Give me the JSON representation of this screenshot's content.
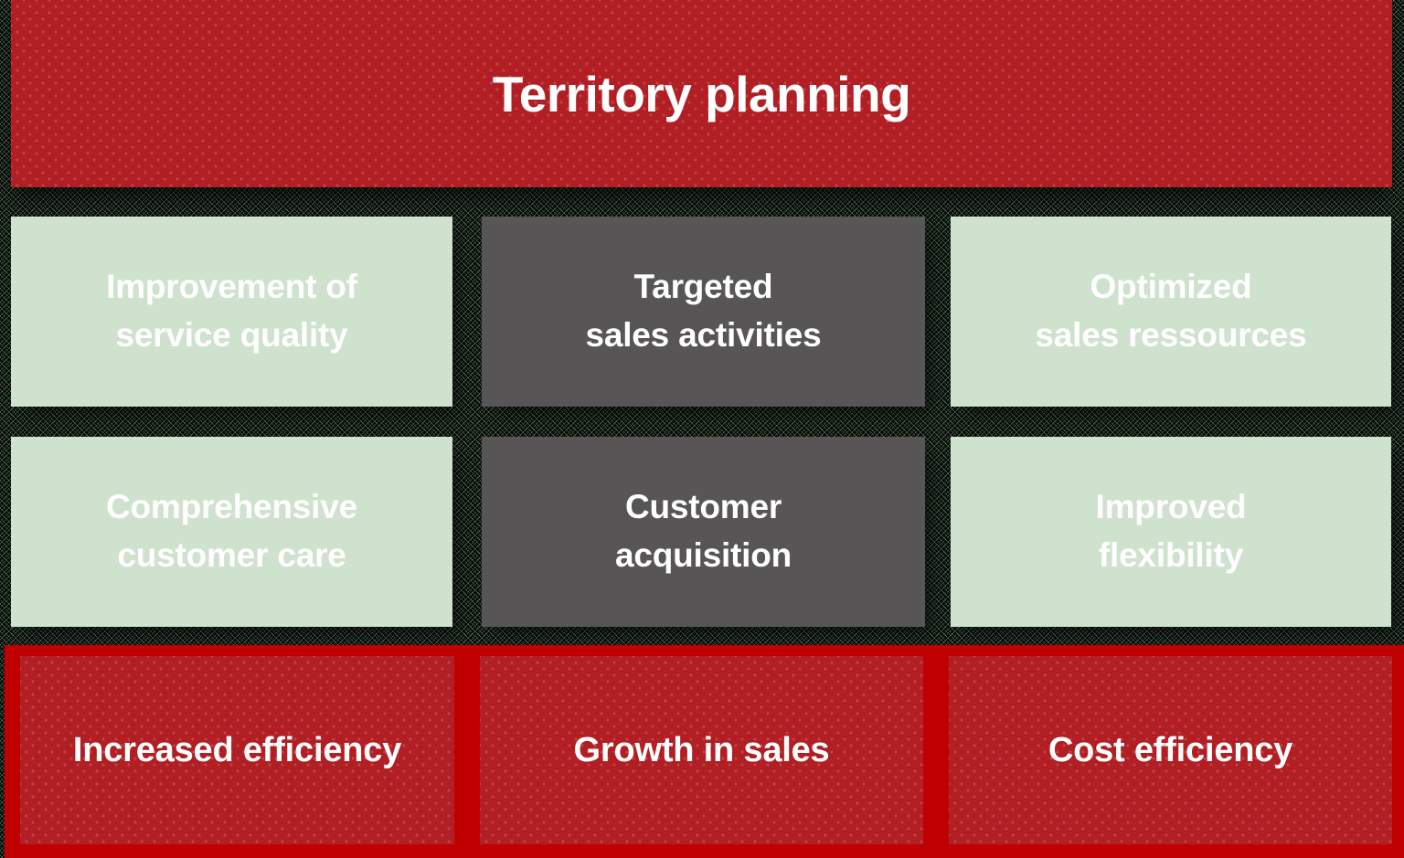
{
  "header": {
    "title": "Territory planning"
  },
  "benefits": {
    "items": [
      {
        "label": "Improvement of\nservice quality",
        "style": "green"
      },
      {
        "label": "Targeted\nsales activities",
        "style": "gray"
      },
      {
        "label": "Optimized\nsales ressources",
        "style": "green"
      },
      {
        "label": "Comprehensive\ncustomer care",
        "style": "green"
      },
      {
        "label": "Customer\nacquisition",
        "style": "gray"
      },
      {
        "label": "Improved\nflexibility",
        "style": "green"
      }
    ]
  },
  "outcomes": {
    "items": [
      {
        "label": "Increased efficiency"
      },
      {
        "label": "Growth in sales"
      },
      {
        "label": "Cost efficiency"
      }
    ]
  },
  "colors": {
    "banner_red": "#b11f24",
    "band_red": "#c00000",
    "benefit_green": "#cfe2cd",
    "benefit_gray": "#585556",
    "text_white": "#ffffff"
  }
}
